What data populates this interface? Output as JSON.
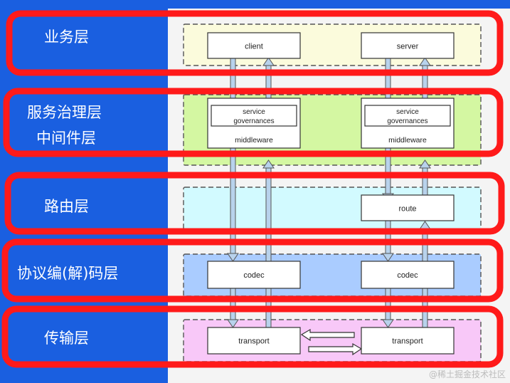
{
  "layers": {
    "business": "业务层",
    "governance_1": "服务治理层",
    "governance_2": "中间件层",
    "routing": "路由层",
    "codec": "协议编(解)码层",
    "transport": "传输层"
  },
  "nodes": {
    "client": "client",
    "server": "server",
    "service_governances_left": [
      "service",
      "governances"
    ],
    "service_governances_right": [
      "service",
      "governances"
    ],
    "middleware_left": "middleware",
    "middleware_right": "middleware",
    "route": "route",
    "codec_left": "codec",
    "codec_right": "codec",
    "transport_left": "transport",
    "transport_right": "transport"
  },
  "watermark": "@稀土掘金技术社区",
  "colors": {
    "page_bg": "#1a5fe0",
    "diagram_bg": "#f4f4f4",
    "highlight_border": "#ff1a1a",
    "band_business": "#fbfbdc",
    "band_governance": "#d4f7a2",
    "band_routing": "#d2faff",
    "band_codec": "#aaccff",
    "band_transport": "#f8c8f8",
    "arrow_fill": "#b8d2ec",
    "arrow_stroke": "#555555"
  }
}
